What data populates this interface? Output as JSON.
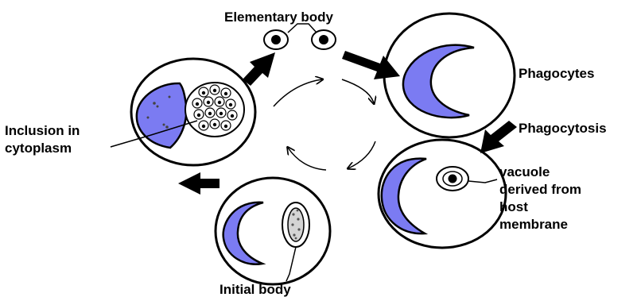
{
  "labels": {
    "elementary_body": "Elementary body",
    "phagocytes": "Phagocytes",
    "phagocytosis": "Phagocytosis",
    "vacuole": [
      "vacuole",
      "derived from",
      "host",
      "membrane"
    ],
    "initial_body": "Initial body",
    "inclusion": [
      "Inclusion in",
      "cytoplasm"
    ]
  },
  "colors": {
    "nucleus": "#7b7bf2",
    "outline": "#000000",
    "background": "#ffffff"
  }
}
